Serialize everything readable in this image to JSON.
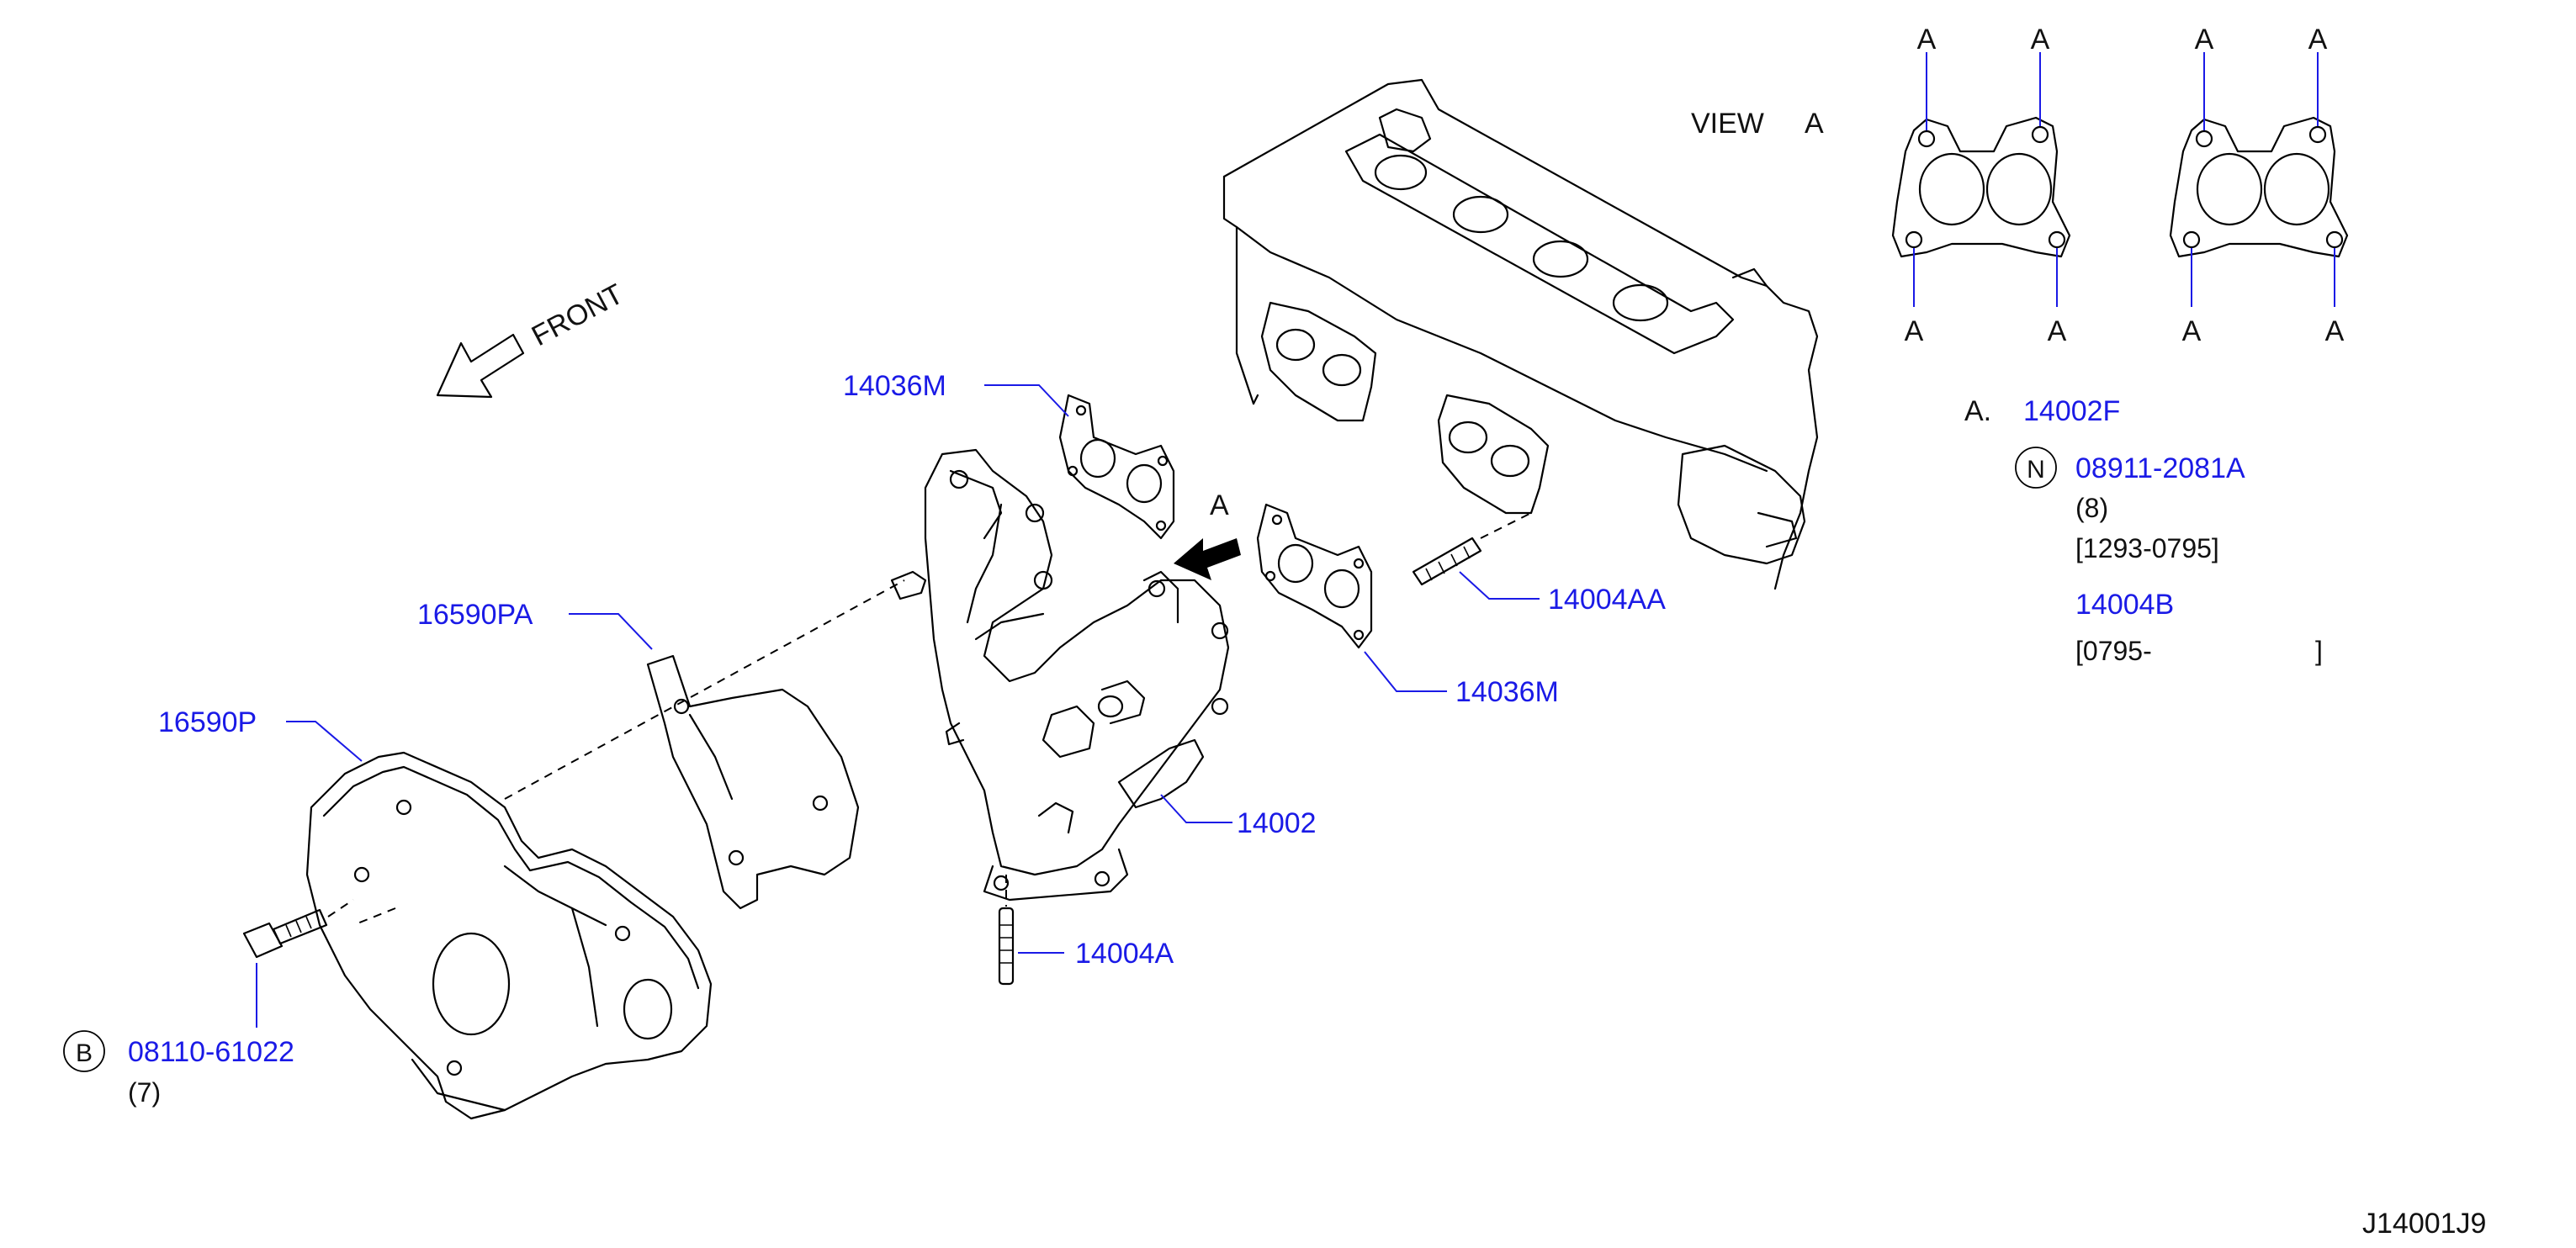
{
  "front_label": "FRONT",
  "view": {
    "title": "VIEW",
    "letter": "A"
  },
  "arrow_a_label": "A",
  "gasket_a_letters": [
    "A",
    "A",
    "A",
    "A",
    "A",
    "A",
    "A",
    "A"
  ],
  "legend": {
    "item_letter": "A.",
    "item_part": "14002F",
    "stud_symbol": "N",
    "stud_part": "08911-2081A",
    "stud_qty": "(8)",
    "stud_date": "[1293-0795]",
    "alt_part": "14004B",
    "alt_date_start": "[0795-",
    "alt_date_end": "]"
  },
  "parts": {
    "p14036m_top": "14036M",
    "p14036m_right": "14036M",
    "p14004aa": "14004AA",
    "p16590pa": "16590PA",
    "p16590p": "16590P",
    "p14002": "14002",
    "p14004a": "14004A",
    "bolt_symbol": "B",
    "bolt_part": "08110-61022",
    "bolt_qty": "(7)"
  },
  "drawing_id": "J14001J9"
}
